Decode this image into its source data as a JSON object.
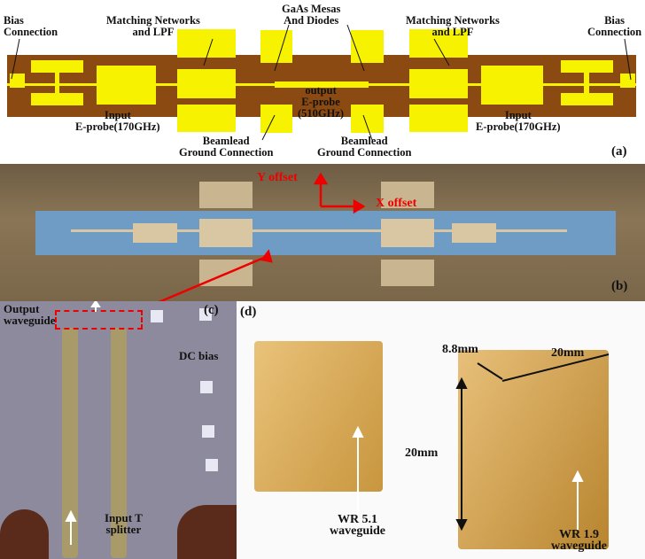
{
  "panel_a": {
    "tag": "(a)",
    "bias_left": [
      "Bias",
      "Connection"
    ],
    "bias_right": [
      "Bias",
      "Connection"
    ],
    "matching_left": [
      "Matching Networks",
      "and LPF"
    ],
    "matching_right": [
      "Matching Networks",
      "and LPF"
    ],
    "gaas": [
      "GaAs Mesas",
      "And Diodes"
    ],
    "output": [
      "output",
      "E-probe",
      "(510GHz)"
    ],
    "input_left": [
      "Input",
      "E-probe(170GHz)"
    ],
    "input_right": [
      "Input",
      "E-probe(170GHz)"
    ],
    "beamlead_left": [
      "Beamlead",
      "Ground Connection"
    ],
    "beamlead_right": [
      "Beamlead",
      "Ground Connection"
    ],
    "colors": {
      "substrate": "#8b4a12",
      "metal": "#f7f200"
    }
  },
  "panel_b": {
    "tag": "(b)",
    "y_offset": "Y offset",
    "x_offset": "X offset"
  },
  "panel_c": {
    "tag": "(c)",
    "output": [
      "Output",
      "waveguide"
    ],
    "dc_bias": "DC bias",
    "input": [
      "Input T",
      "splitter"
    ]
  },
  "panel_d": {
    "tag": "(d)",
    "dim_depth": "8.8mm",
    "dim_width": "20mm",
    "dim_height": "20mm",
    "wr51": [
      "WR 5.1",
      "waveguide"
    ],
    "wr19": [
      "WR 1.9",
      "waveguide"
    ]
  }
}
